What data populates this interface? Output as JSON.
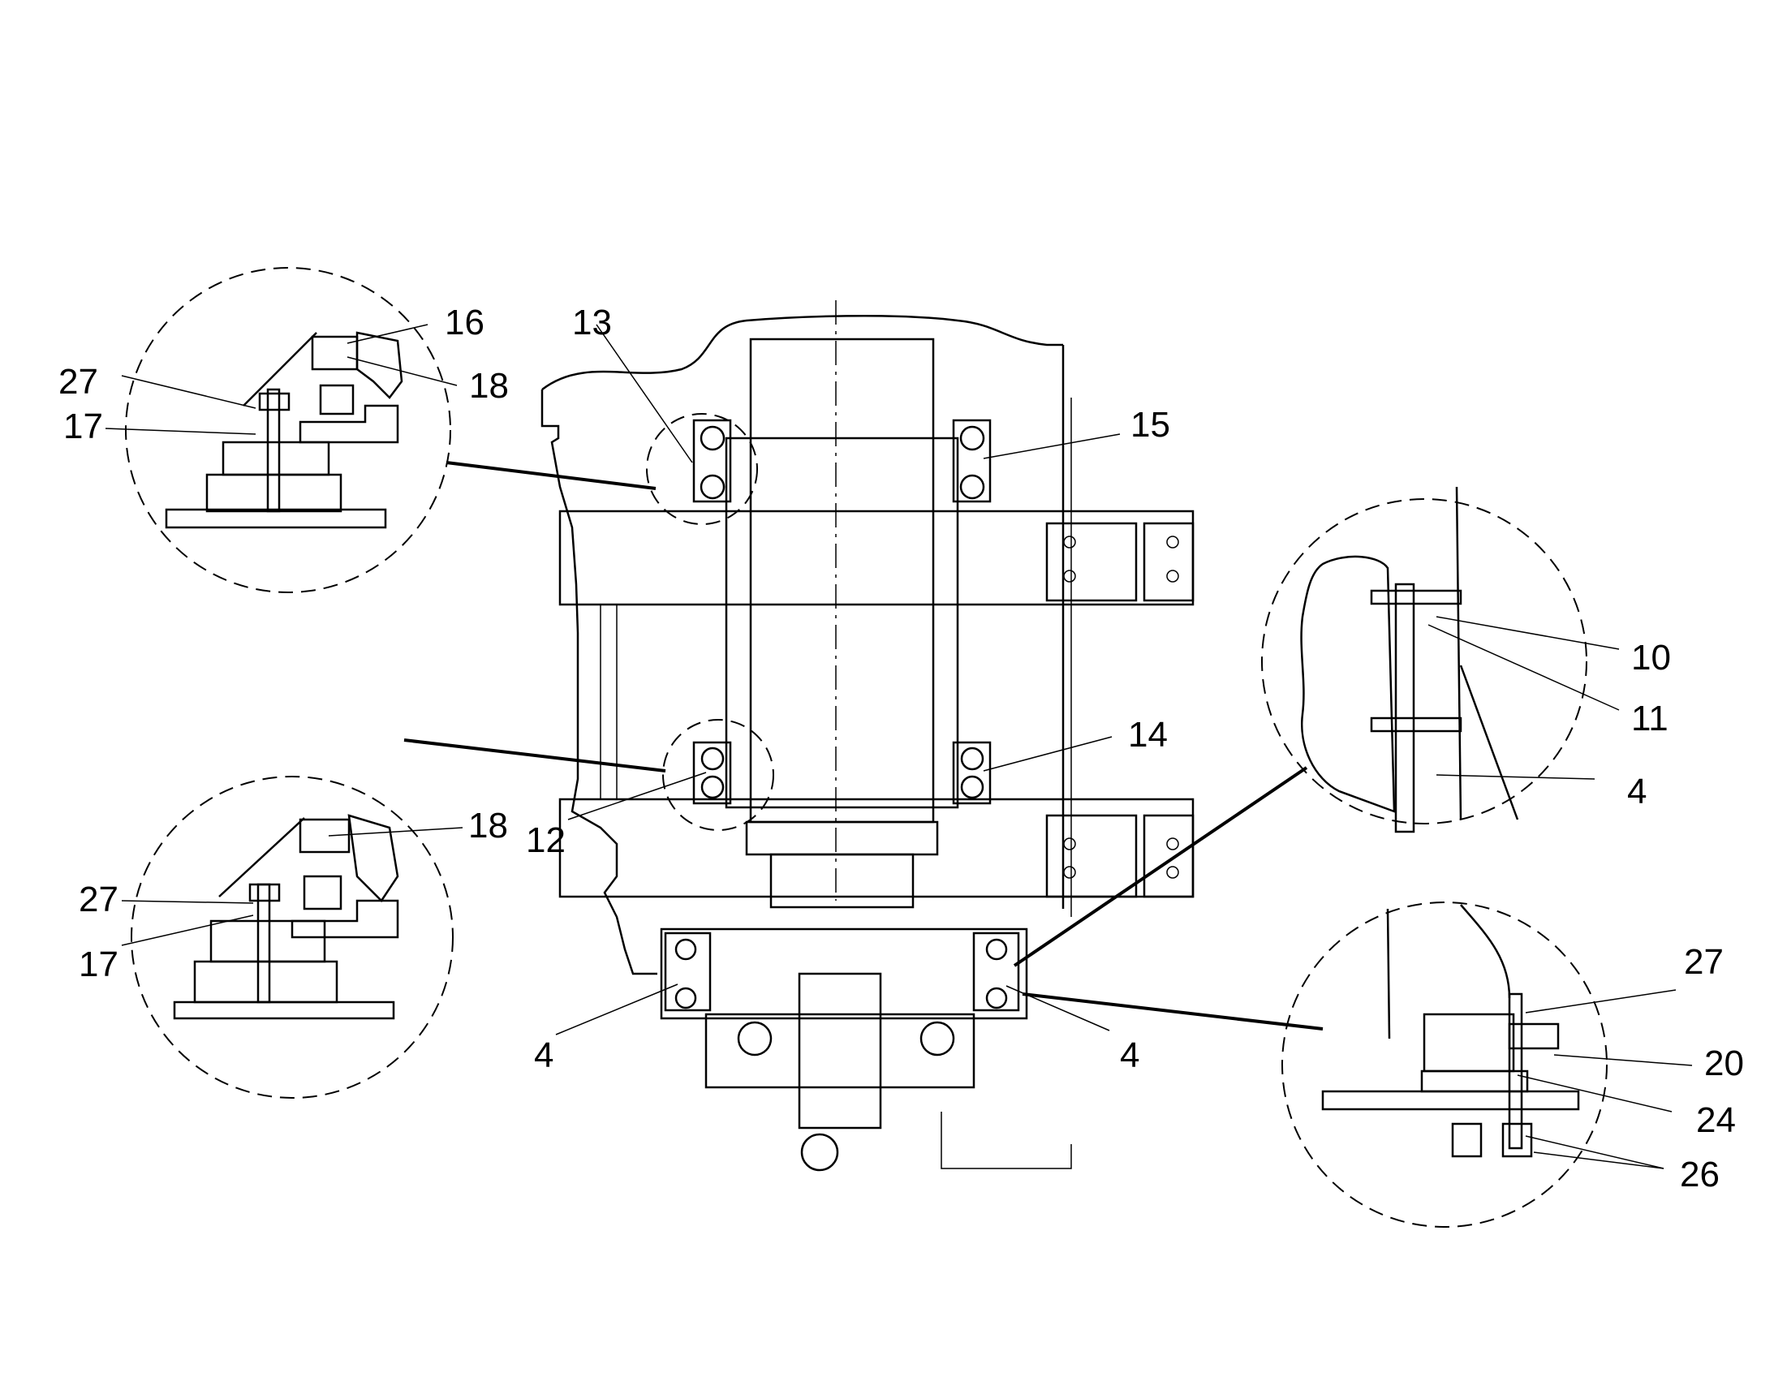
{
  "callouts": {
    "c16": "16",
    "c18a": "18",
    "c27a": "27",
    "c17a": "17",
    "c13": "13",
    "c15": "15",
    "c14": "14",
    "c12": "12",
    "c18b": "18",
    "c27b": "27",
    "c17b": "17",
    "c4a": "4",
    "c4b": "4",
    "c10": "10",
    "c11": "11",
    "c4c": "4",
    "c27c": "27",
    "c20": "20",
    "c24": "24",
    "c26": "26"
  }
}
